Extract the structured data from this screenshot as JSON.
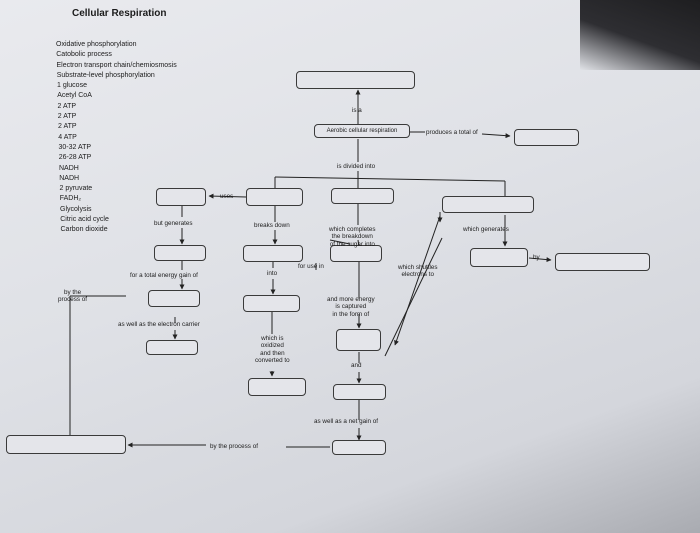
{
  "title": "Cellular Respiration",
  "word_bank": [
    "Oxidative phosphorylation",
    "Catobolic process",
    "Electron transport chain/chemiosmosis",
    "Substrate-level phosphorylation",
    "1 glucose",
    "Acetyl CoA",
    "2 ATP",
    "2 ATP",
    "2 ATP",
    "4 ATP",
    "30-32 ATP",
    "26-28 ATP",
    "NADH",
    "NADH",
    "2 pyruvate",
    "FADH₂",
    "Glycolysis",
    "Citric acid cycle",
    "Carbon dioxide"
  ],
  "center_box": "Aerobic cellular respiration",
  "labels": {
    "is_a": "is a",
    "produces_total": "produces a total of",
    "divided_into": "is divided into",
    "uses": "uses",
    "but_generates": "but generates",
    "breaks_down": "breaks down",
    "which_completes": [
      "which completes",
      "the breakdown",
      "of the sugar into"
    ],
    "which_generates": "which generates",
    "for_use_in": "for use in",
    "which_shuttles": [
      "which shuttles",
      "electrons to"
    ],
    "by": "by",
    "for_total_energy": "for a total energy gain of",
    "into": "into",
    "by_the_process": [
      "by the",
      "process of"
    ],
    "and_more_energy": [
      "and more energy",
      "is captured",
      "in the form of"
    ],
    "as_well_electron": "as well as the electron carrier",
    "which_is_oxidized": [
      "which is",
      "oxidized",
      "and then",
      "converted to"
    ],
    "and": "and",
    "net_gain": "as well as a net gain of",
    "by_process_of": "by the process of"
  }
}
